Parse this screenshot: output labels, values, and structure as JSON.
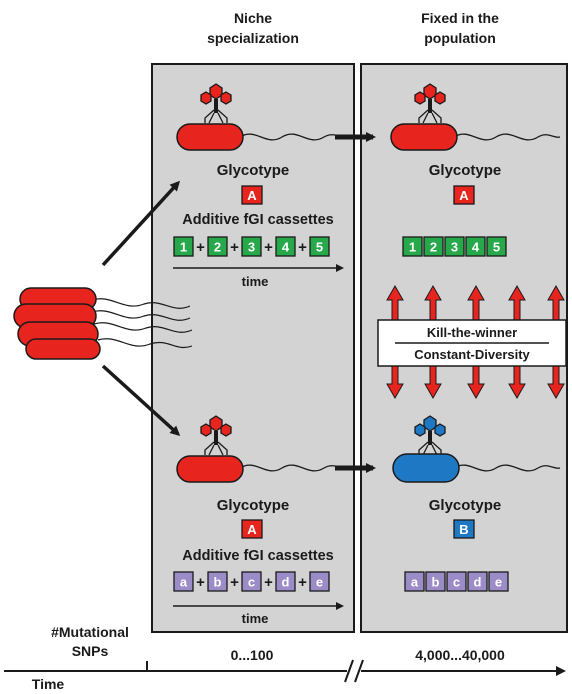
{
  "columns": {
    "niche": [
      "Niche",
      "specialization"
    ],
    "fixed": [
      "Fixed in the",
      "population"
    ]
  },
  "glycotype_label": "Glycotype",
  "top_niche": {
    "glycotype": "A",
    "cassettes_title": "Additive fGI cassettes",
    "cassettes": [
      "1",
      "2",
      "3",
      "4",
      "5"
    ],
    "time_label": "time"
  },
  "top_fixed": {
    "glycotype": "A",
    "cassettes": [
      "1",
      "2",
      "3",
      "4",
      "5"
    ]
  },
  "bottom_niche": {
    "glycotype": "A",
    "cassettes_title": "Additive fGI cassettes",
    "cassettes": [
      "a",
      "b",
      "c",
      "d",
      "e"
    ],
    "time_label": "time"
  },
  "bottom_fixed": {
    "glycotype": "B",
    "cassettes": [
      "a",
      "b",
      "c",
      "d",
      "e"
    ]
  },
  "dynamics": {
    "line1": "Kill-the-winner",
    "line2": "Constant-Diversity"
  },
  "plus": "+",
  "axis": {
    "snps_label": [
      "#Mutational",
      "SNPs"
    ],
    "range_niche": "0...100",
    "range_fixed": "4,000...40,000",
    "time_label": "Time"
  },
  "colors": {
    "panel": "#d3d3d3",
    "red_cell": "#e8241f",
    "blue_cell": "#1f78c4",
    "green_box": "#27a84a",
    "purple_box": "#9b8bc6",
    "red_box": "#e8241f",
    "blue_box": "#1f78c4"
  }
}
